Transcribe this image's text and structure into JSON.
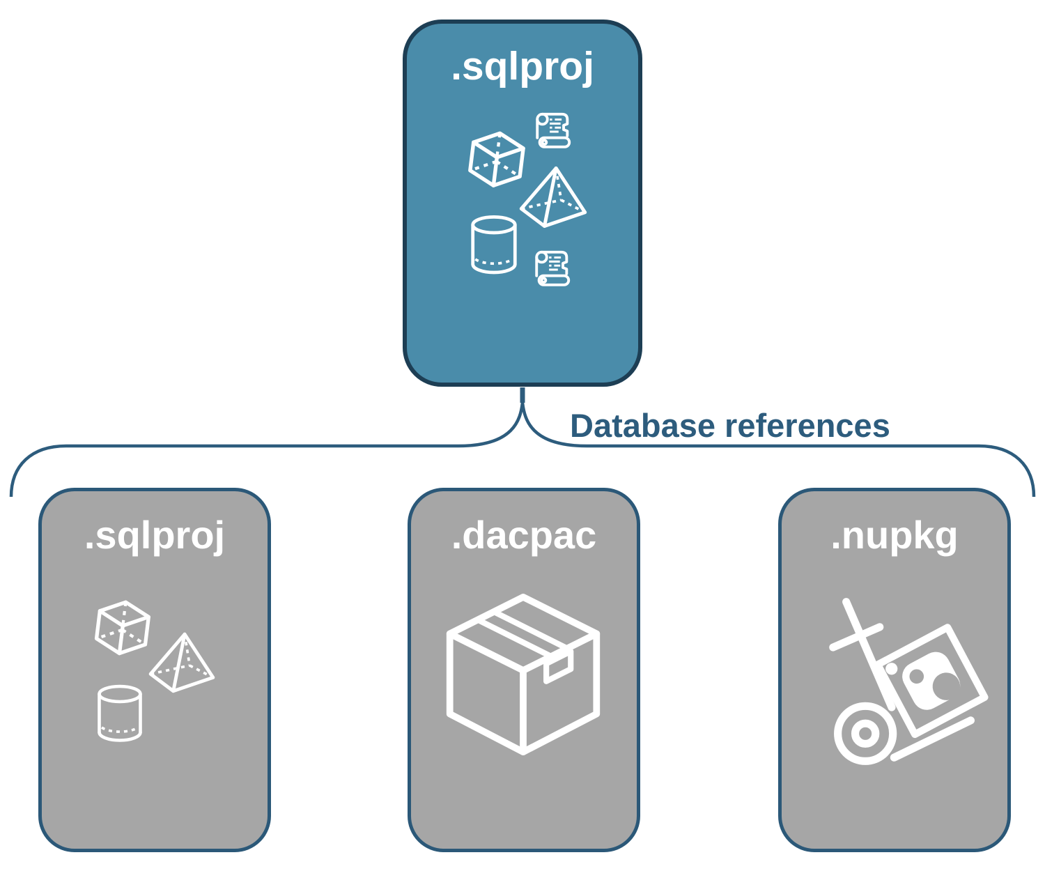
{
  "diagram": {
    "source_card": {
      "label": ".sqlproj",
      "icons": [
        "script-scroll-icon",
        "cube-icon",
        "pyramid-icon",
        "database-cylinder-icon",
        "script-scroll-icon"
      ]
    },
    "connector": {
      "label": "Database references"
    },
    "referenced_cards": [
      {
        "label": ".sqlproj",
        "icons": [
          "cube-icon",
          "pyramid-icon",
          "database-cylinder-icon"
        ]
      },
      {
        "label": ".dacpac",
        "icons": [
          "package-box-icon"
        ]
      },
      {
        "label": ".nupkg",
        "icons": [
          "nuget-hand-truck-icon"
        ]
      }
    ],
    "colors": {
      "source_card_fill": "#4A8CAA",
      "source_card_border": "#1D3E54",
      "referenced_card_fill": "#A6A6A6",
      "referenced_card_border": "#2B5878",
      "connector_line": "#2D5C7D",
      "connector_label_text": "#2D5C7D",
      "card_label_text": "#FFFFFF",
      "icon_stroke": "#FFFFFF",
      "background": "#FFFFFF"
    }
  }
}
